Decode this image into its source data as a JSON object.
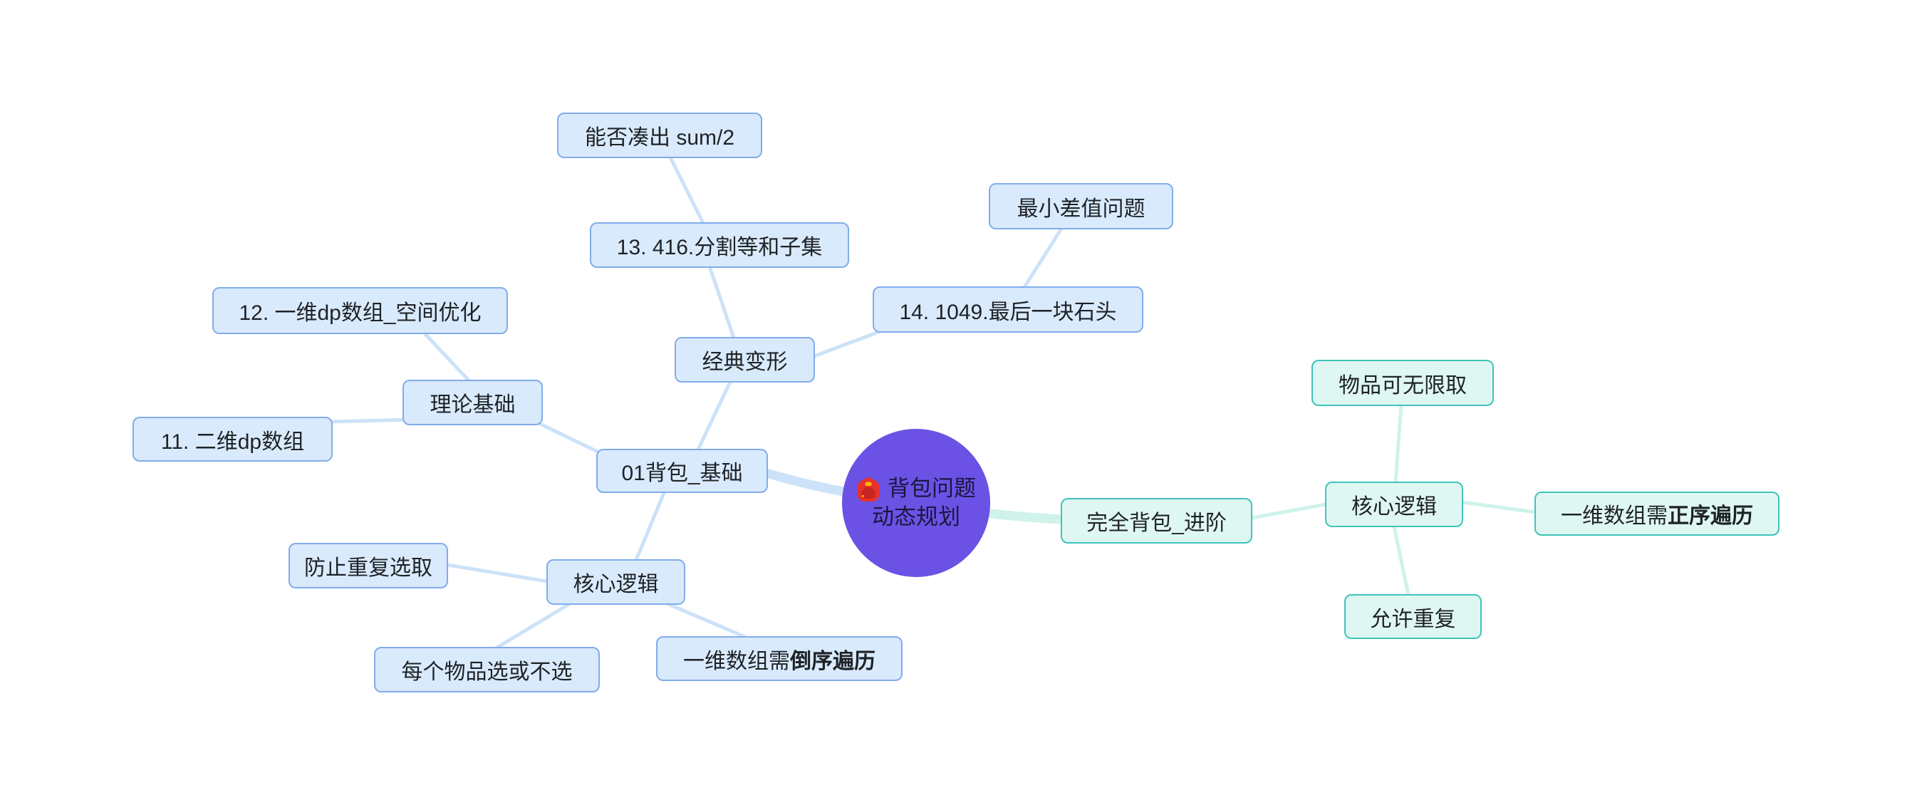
{
  "theme": {
    "background": "#ffffff",
    "blue_fill": "#D9EAFC",
    "blue_border": "#82ACEA",
    "blue_edge": "#CCE2F8",
    "mint_fill": "#DFF7F2",
    "mint_border": "#3FC4BA",
    "mint_edge": "#CFF2EB",
    "root_fill": "#6B52E5",
    "root_text": "#181840",
    "node_text": "#1E2226"
  },
  "root": {
    "icon": "backpack-emoji",
    "line1": "背包问题",
    "line2": "动态规划"
  },
  "nodes": [
    {
      "prefix": "01背包_基础",
      "bold": ""
    },
    {
      "prefix": "理论基础",
      "bold": ""
    },
    {
      "prefix": "12. 一维dp数组_空间优化",
      "bold": ""
    },
    {
      "prefix": "11. 二维dp数组",
      "bold": ""
    },
    {
      "prefix": "经典变形",
      "bold": ""
    },
    {
      "prefix": "13. 416.分割等和子集",
      "bold": ""
    },
    {
      "prefix": "能否凑出 sum/2",
      "bold": ""
    },
    {
      "prefix": "14. 1049.最后一块石头",
      "bold": ""
    },
    {
      "prefix": "最小差值问题",
      "bold": ""
    },
    {
      "prefix": "核心逻辑",
      "bold": ""
    },
    {
      "prefix": "防止重复选取",
      "bold": ""
    },
    {
      "prefix": "每个物品选或不选",
      "bold": ""
    },
    {
      "prefix": "一维数组需",
      "bold": "倒序遍历"
    },
    {
      "prefix": "完全背包_进阶",
      "bold": ""
    },
    {
      "prefix": "核心逻辑",
      "bold": ""
    },
    {
      "prefix": "物品可无限取",
      "bold": ""
    },
    {
      "prefix": "允许重复",
      "bold": ""
    },
    {
      "prefix": "一维数组需",
      "bold": "正序遍历"
    }
  ]
}
